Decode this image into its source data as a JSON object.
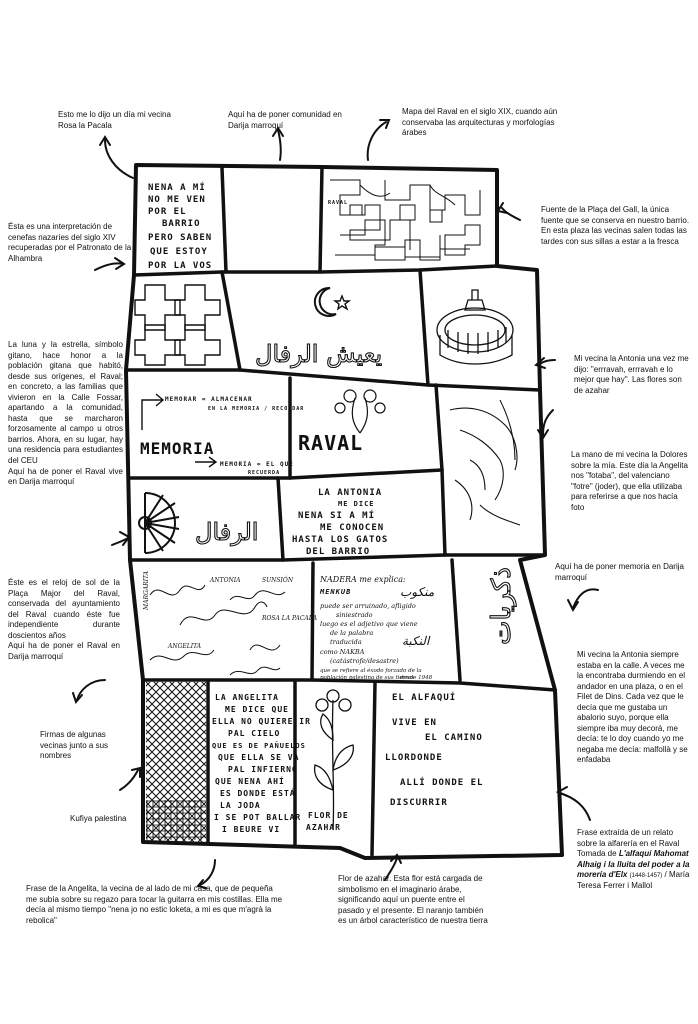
{
  "annotations": {
    "rosa": "Esto me lo dijo un día mi vecina Rosa la Pacala",
    "comunidad": "Aquí ha de poner comunidad en Darija marroquí",
    "mapa": "Mapa del Raval en el siglo XIX, cuando aún conservaba las arquitecturas y morfologías árabes",
    "cenefas": "Ésta es una interpretación de cenefas nazaríes del siglo XIV recuperadas por el Patronato de la Alhambra",
    "fuente": "Fuente de la Plaça del Gall, la única fuente que se conserva en nuestro barrio. En esta plaza las vecinas salen todas las tardes con sus sillas a estar a la fresca",
    "luna": "La luna y la estrella, símbolo gitano, hace honor a la población gitana que habitó, desde sus orígenes, el Raval; en concreto, a las familias que vivieron en la Calle Fossar, apartando a la comunidad, hasta que se marcharon forzosamente al campo u otros barrios. Ahora, en su lugar, hay una residencia para estudiantes del CEU",
    "luna_extra": "Aquí ha de poner el Raval vive en Darija marroquí",
    "antonia_dijo": "Mi vecina la Antonia una vez me dijo: \"errravah, errravah e lo mejor que hay\". Las flores son de azahar",
    "dolores": "La mano de mi vecina la Dolores sobre la mía. Este día la Angelita nos \"fotaba\", del valenciano \"fotre\" (joder), que ella utilizaba para referirse a que nos hacía foto",
    "memoria_darija": "Aquí ha de poner memoria en Darija marroquí",
    "reloj": "Éste es el reloj de sol de la Plaça Major del Raval, conservada del ayuntamiento del Raval cuando éste fue independiente durante doscientos años",
    "reloj_extra": "Aquí ha de poner el Raval en Darija marroquí",
    "antonia_calle": "Mi vecina la Antonia siempre estaba en la calle. A veces me la encontraba durmiendo en el andador en una plaza, o en el Filet de Dins. Cada vez que le decía que me gustaba un abalorio suyo, porque ella siempre iba muy decorá, me decía: te lo doy cuando yo me negaba me decía: malfollà y se enfadaba",
    "firmas": "Firmas de algunas vecinas junto a sus nombres",
    "kufiya": "Kufiya palestina",
    "relato_intro": "Frase extraída de un relato sobre la alfarería en el Raval Tomada de ",
    "relato_title": "L'alfaquí Mahomat Alhaig i la lluita del poder a la morería d'Elx",
    "relato_years": "(1448-1457)",
    "relato_author": " / María Teresa Ferrer i Mallol",
    "angelita": "Frase de la Angelita, la vecina de al lado de mi casa, que de pequeña me subía sobre su regazo para tocar la guitarra en mis costillas. Ella me decía al mismo tiempo \"nena jo no estic loketa, a mi es que m'agrà la rebolica\"",
    "azahar": "Flor de azahar. Esta flor está cargada de simbolismo en el imaginario árabe, significando aquí un puente entre el pasado y el presente. El naranjo también es un árbol característico de nuestra tierra"
  },
  "tiles": {
    "nena": [
      "NENA A MÍ",
      "NO ME VEN",
      "POR EL",
      "BARRIO",
      "PERO SABEN",
      "QUE ESTOY",
      "POR LA VOS"
    ],
    "small_text": "RAVAL",
    "raval_arabic": "يعيش الرفال",
    "memorar": "MEMORAR = ALMACENAR",
    "memorar_sub": "EN LA MEMORIA / RECORDAR",
    "memoria": "MEMORIA",
    "memoria_sub": "MEMORIA = EL QUE",
    "memoria_sub2": "RECUERDA",
    "raval_word": "RAVAL",
    "raval_arabic2": "الرفال",
    "antonia": [
      "LA ANTONIA",
      "ME DICE",
      "NENA SI A MÍ",
      "ME CONOCEN",
      "HASTA LOS GATOS",
      "DEL BARRIO"
    ],
    "memoria_arabic": "ذكريات",
    "firmas_labels": [
      "ANTONIA",
      "SUNSIÓN",
      "ROSA LA PACALA",
      "ANGELITA",
      "MARGARITA"
    ],
    "nadera_head": "NADERA me explica:",
    "nadera_word": "MENKUB",
    "nadera_arabic": "منكوب",
    "nadera_lines": [
      "puede ser arruinado, afligido",
      "siniestrado",
      "luego es el adjetivo que viene",
      "de la palabra",
      "traducida",
      "como NAKBA",
      "(catástrofe/desastre)",
      "que se refiere al éxodo forzado de la",
      "población palestina de sus tierras",
      "desde 1948"
    ],
    "nakba_arabic": "النكبة",
    "angelita": [
      "LA ANGELITA",
      "ME DICE QUE",
      "ELLA NO QUIERE IR",
      "PAL CIELO",
      "QUE ES DE PAÑUELOS",
      "QUE ELLA SE VA",
      "PAL INFIERNO",
      "QUE NENA AHÍ",
      "ES DONDE ESTÁ",
      "LA JODA",
      "I SE POT BALLAR",
      "I BEURE VI"
    ],
    "flor": "FLOR DE",
    "flor2": "AZAHAR",
    "alfaqui": [
      "EL ALFAQUÍ",
      "VIVE EN",
      "EL CAMINO",
      "LLORDONDE",
      "ALLÍ DONDE EL",
      "DISCURRIR"
    ]
  }
}
